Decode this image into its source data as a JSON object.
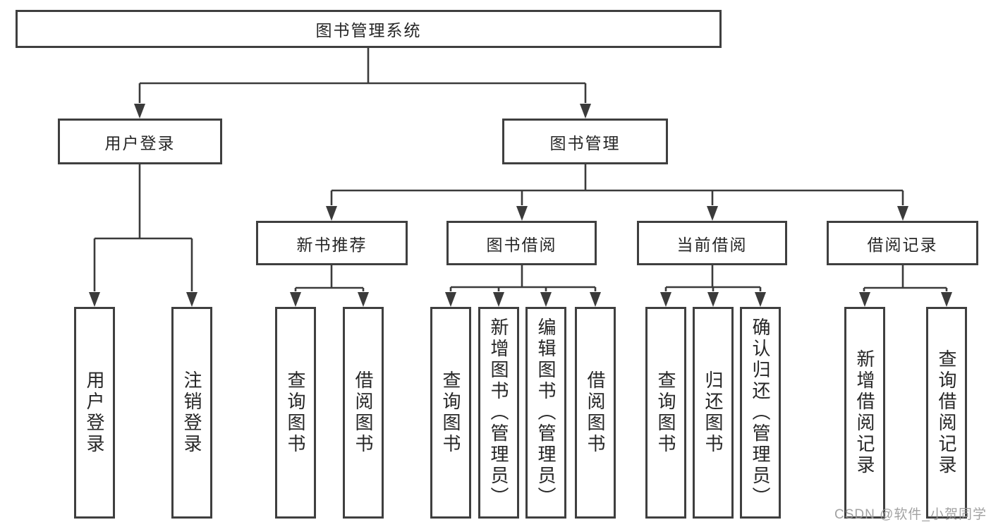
{
  "diagram": {
    "root": {
      "label": "图书管理系统"
    },
    "level2": [
      {
        "id": "user-login",
        "label": "用户登录"
      },
      {
        "id": "book-management",
        "label": "图书管理"
      }
    ],
    "level3": [
      {
        "id": "new-book-recommendation",
        "label": "新书推荐"
      },
      {
        "id": "book-borrowing",
        "label": "图书借阅"
      },
      {
        "id": "current-borrowing",
        "label": "当前借阅"
      },
      {
        "id": "borrowing-records",
        "label": "借阅记录"
      }
    ],
    "leaves": [
      {
        "id": "user-login-leaf",
        "label": "用户登录"
      },
      {
        "id": "logout",
        "label": "注销登录"
      },
      {
        "id": "query-books-recommend",
        "label": "查询图书"
      },
      {
        "id": "borrow-books-recommend",
        "label": "借阅图书"
      },
      {
        "id": "query-books-borrow",
        "label": "查询图书"
      },
      {
        "id": "add-books-admin",
        "label": "新增图书（管理员）"
      },
      {
        "id": "edit-books-admin",
        "label": "编辑图书（管理员）"
      },
      {
        "id": "borrow-books",
        "label": "借阅图书"
      },
      {
        "id": "query-books-current",
        "label": "查询图书"
      },
      {
        "id": "return-books",
        "label": "归还图书"
      },
      {
        "id": "confirm-return-admin",
        "label": "确认归还（管理员）"
      },
      {
        "id": "add-borrow-record",
        "label": "新增借阅记录"
      },
      {
        "id": "query-borrow-record",
        "label": "查询借阅记录"
      }
    ]
  },
  "watermark": {
    "text": "CSDN @软件_小贺同学"
  },
  "colors": {
    "line": "#3b3b3b",
    "border": "#3f3f3f",
    "text": "#262626",
    "watermark": "#989898",
    "background": "#ffffff"
  }
}
